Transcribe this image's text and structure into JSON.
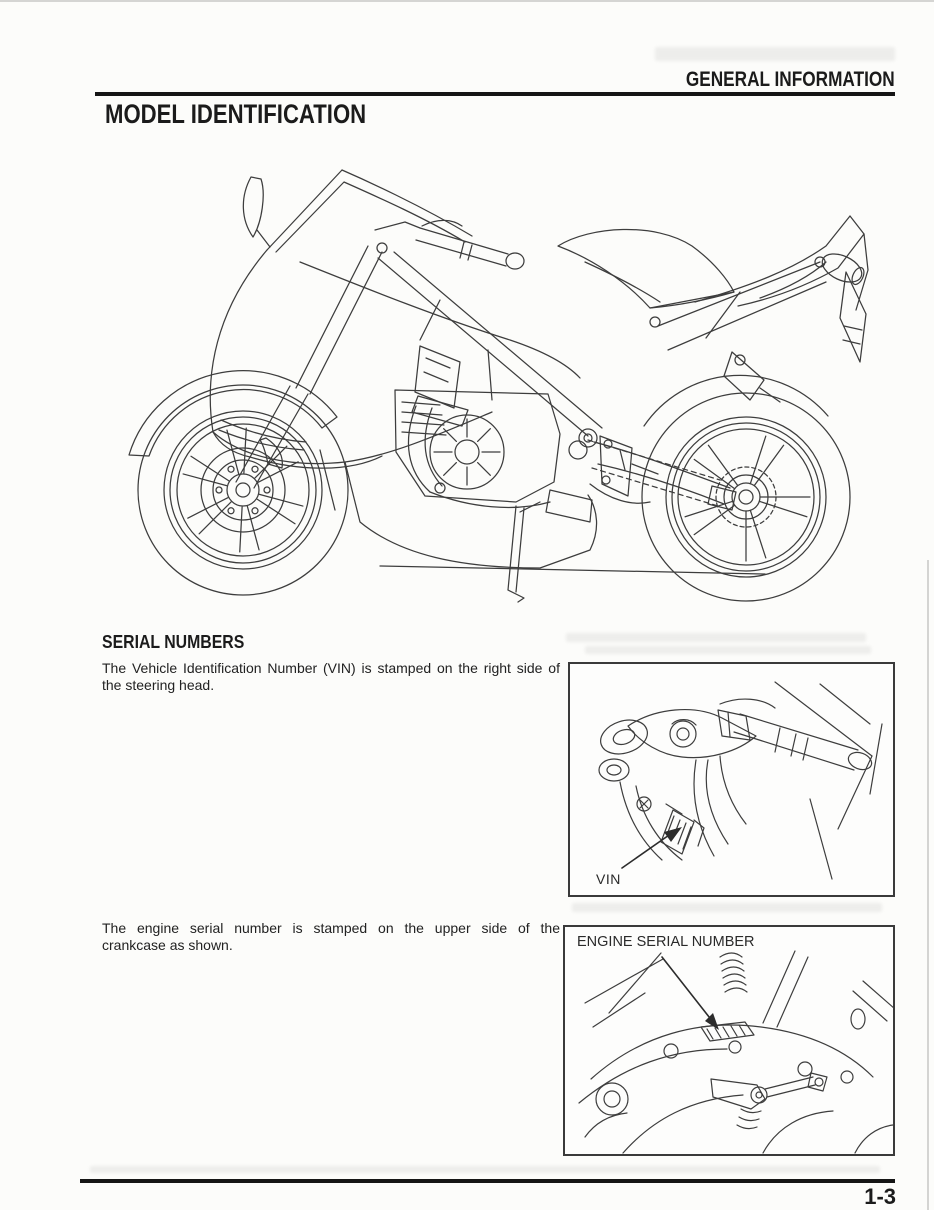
{
  "colors": {
    "ink": "#1b1b1b",
    "rule": "#151515",
    "line_art": "#3d3d3d",
    "paper": "#fcfcfa"
  },
  "header": {
    "section_title": "GENERAL INFORMATION",
    "page_title": "MODEL IDENTIFICATION"
  },
  "figure": {
    "alt": "Left side line illustration of the sport motorcycle"
  },
  "serial_numbers": {
    "heading": "SERIAL NUMBERS",
    "vin_text_lines": [
      "The Vehicle Identification Number (VIN) is stamped on the right side of",
      "the steering head."
    ],
    "vin_callout": "VIN",
    "engine_text_lines": [
      "The engine serial number is stamped on the upper side of the",
      "crankcase as shown."
    ],
    "engine_callout": "ENGINE SERIAL NUMBER"
  },
  "footer": {
    "page_number": "1-3"
  }
}
